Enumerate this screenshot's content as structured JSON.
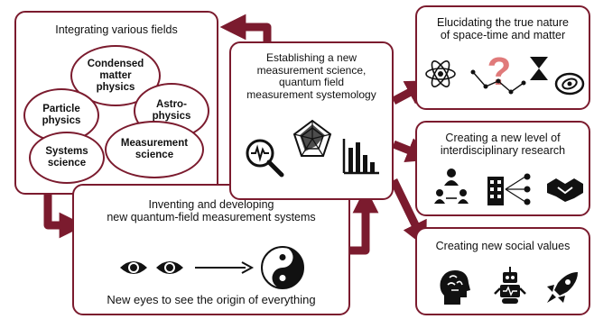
{
  "fields_box": {
    "title": "Integrating various fields",
    "ovals": [
      {
        "label": "Condensed\nmatter\nphysics"
      },
      {
        "label": "Particle\nphysics"
      },
      {
        "label": "Astro-\nphysics"
      },
      {
        "label": "Systems\nscience"
      },
      {
        "label": "Measurement\nscience"
      }
    ]
  },
  "center_box": {
    "title": "Establishing a new\nmeasurement science,\nquantum field\nmeasurement systemology",
    "icons": [
      "magnifier-waveform-icon",
      "radar-chart-icon",
      "bar-chart-icon"
    ]
  },
  "bottom_box": {
    "title": "Inventing and developing\nnew quantum-field measurement systems",
    "caption": "New eyes to see the origin of everything",
    "icons": [
      "eye-icon",
      "eye-icon",
      "right-arrow-icon",
      "yin-yang-icon"
    ]
  },
  "outcomes": [
    {
      "title": "Elucidating the true nature\nof space-time and matter",
      "icons": [
        "atom-icon",
        "question-mark-icon",
        "constellation-icon",
        "hourglass-icon",
        "galaxy-icon"
      ]
    },
    {
      "title": "Creating a new level of\ninterdisciplinary research",
      "icons": [
        "people-network-icon",
        "building-network-icon",
        "handshake-icon"
      ]
    },
    {
      "title": "Creating new social values",
      "icons": [
        "brain-head-icon",
        "robot-icon",
        "rocket-icon"
      ]
    }
  ],
  "colors": {
    "accent": "#7b1b2e",
    "question_mark": "#e07a7a"
  }
}
